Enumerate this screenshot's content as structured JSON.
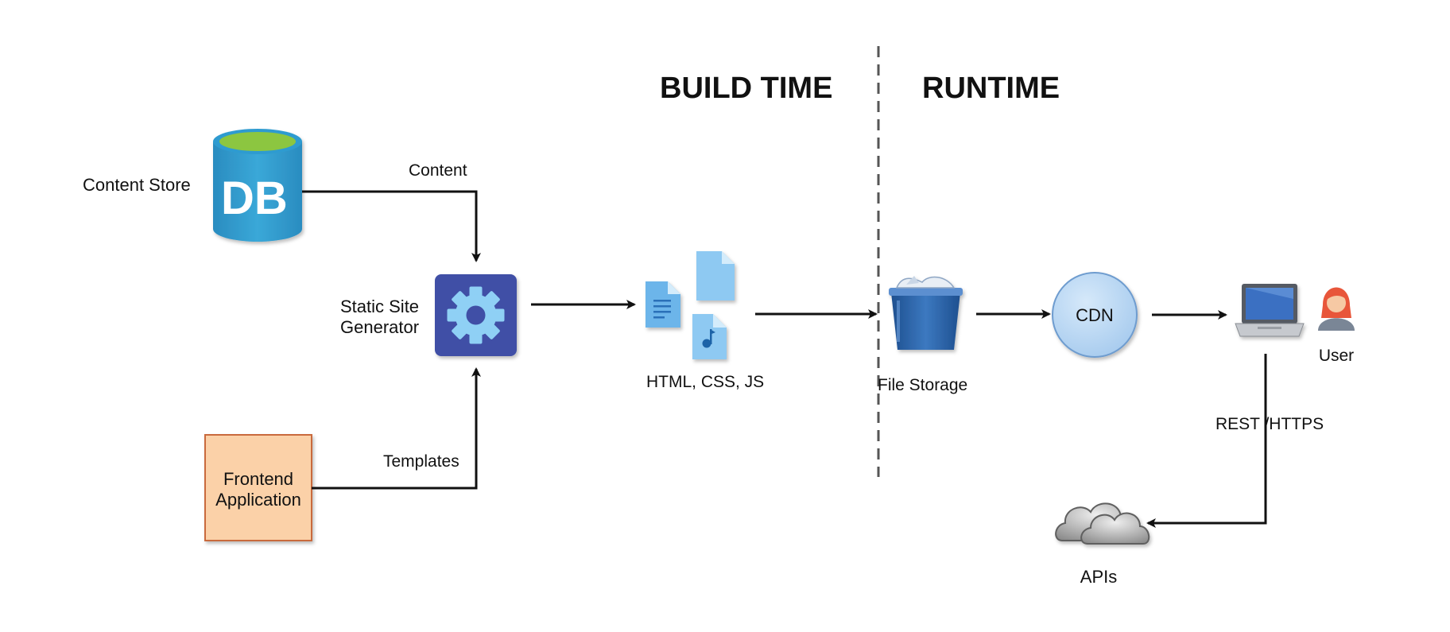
{
  "sections": {
    "build_time": "BUILD TIME",
    "runtime": "RUNTIME"
  },
  "nodes": {
    "content_store": {
      "label": "Content Store",
      "icon_text": "DB",
      "icon": "database-icon"
    },
    "ssg": {
      "label_line1": "Static Site",
      "label_line2": "Generator",
      "icon": "gear-icon"
    },
    "frontend": {
      "label_line1": "Frontend",
      "label_line2": "Application"
    },
    "assets": {
      "label": "HTML, CSS, JS",
      "icon": "files-icon"
    },
    "file_storage": {
      "label": "File Storage",
      "icon": "storage-bin-icon"
    },
    "cdn": {
      "label": "CDN"
    },
    "user": {
      "label": "User",
      "icon": "user-avatar-icon",
      "device_icon": "laptop-icon"
    },
    "apis": {
      "label": "APIs",
      "icon": "cloud-icon"
    }
  },
  "edges": {
    "content": "Content",
    "templates": "Templates",
    "rest_https": "REST /HTTPS"
  },
  "colors": {
    "db_blue": "#2f9bd0",
    "db_green": "#8cc63f",
    "gear_box": "#3f4fa6",
    "gear": "#8fd0f5",
    "frontend_fill": "#fbd1a8",
    "frontend_stroke": "#c96a3c",
    "file_blue": "#8ec9f2",
    "cdn_fill": "#b5d6f3",
    "cdn_stroke": "#6e9ccf"
  }
}
